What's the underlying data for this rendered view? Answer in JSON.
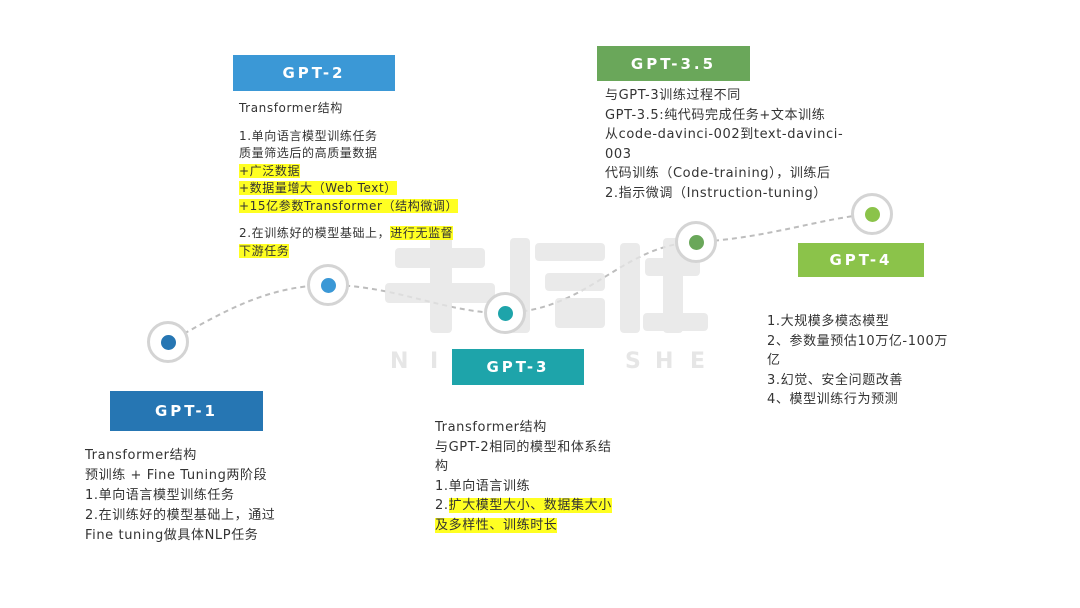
{
  "colors": {
    "gpt1": "#2676b3",
    "gpt2": "#3b98d6",
    "gpt3": "#1ea4aa",
    "gpt35": "#6aa75a",
    "gpt4": "#8bc34a",
    "highlight": "#ffff22",
    "curve": "#bdbdbd"
  },
  "gpt1": {
    "label": "GPT-1",
    "lines": [
      "Transformer结构",
      "预训练 + Fine Tuning两阶段",
      "1.单向语言模型训练任务",
      "2.在训练好的模型基础上，通过",
      "Fine tuning做具体NLP任务"
    ]
  },
  "gpt2": {
    "label": "GPT-2",
    "line1": "Transformer结构",
    "line2": "1.单向语言模型训练任务",
    "line3": "质量筛选后的高质量数据",
    "hl1": "+广泛数据",
    "hl2": "+数据量增大（Web Text）",
    "hl3": "+15亿参数Transformer（结构微调）",
    "line4a": "2.在训练好的模型基础上，",
    "line4b": "进行无监督",
    "line5": "下游任务"
  },
  "gpt3": {
    "label": "GPT-3",
    "line1": "Transformer结构",
    "line2": "与GPT-2相同的模型和体系结",
    "line3": "构",
    "line4": "1.单向语言训练",
    "line5a": "2.",
    "line5b": "扩大模型大小、数据集大小",
    "line6": "及多样性、训练时长"
  },
  "gpt35": {
    "label": "GPT-3.5",
    "lines": [
      "与GPT-3训练过程不同",
      "GPT-3.5:纯代码完成任务+文本训练",
      "从code-davinci-002到text-davinci-",
      "003",
      "代码训练（Code-training），训练后",
      "2.指示微调（Instruction-tuning）"
    ]
  },
  "gpt4": {
    "label": "GPT-4",
    "lines": [
      "1.大规模多模态模型",
      "2、参数量预估10万亿-100万",
      "亿",
      "3.幻觉、安全问题改善",
      "4、模型训练行为预测"
    ]
  },
  "watermark": {
    "logo": "牛透社",
    "letters": "N I N T O U S H E"
  }
}
